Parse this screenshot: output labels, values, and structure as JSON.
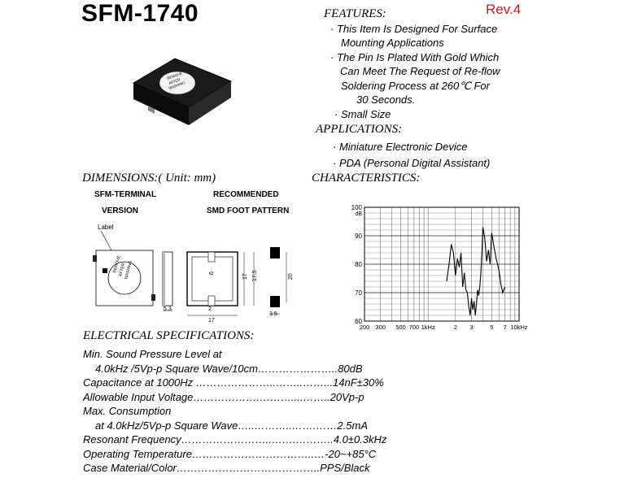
{
  "header": {
    "title": "SFM-1740",
    "revision": "Rev.4",
    "revision_color": "#c81e1e"
  },
  "features": {
    "heading": "FEATURES:",
    "lines": [
      "· This Item Is Designed For Surface",
      "Mounting Applications",
      "· The Pin Is Plated With Gold Which",
      "Can Meet The Request of Re-flow",
      "Soldering Process at 260℃ For",
      "30 Seconds.",
      "· Small Size"
    ]
  },
  "applications": {
    "heading": "APPLICATIONS:",
    "lines": [
      "· Miniature Electronic Device",
      "· PDA (Personal Digital Assistant)"
    ]
  },
  "product_image": {
    "label_text": [
      "REMOVE",
      "AFTER",
      "WASHING"
    ]
  },
  "dimensions": {
    "heading": "DIMENSIONS:( Unit: mm)",
    "terminal_label_1": "SFM-TERMINAL",
    "terminal_label_2": "VERSION",
    "pattern_label_1": "RECOMMENDED",
    "pattern_label_2": "SMD FOOT PATTERN",
    "label_callout": "Label",
    "sticker_text": [
      "REMOVE",
      "AFTER",
      "WASHING"
    ],
    "dims": {
      "d53": "5.3",
      "d17_bottom": "17",
      "d2": "2",
      "d6": "6",
      "d17_side": "17",
      "d175": "17.5",
      "d20": "20",
      "d35": "3.5"
    }
  },
  "characteristics": {
    "heading": "CHARACTERISTICS:"
  },
  "chart_data": {
    "type": "line",
    "title": "",
    "ylabel": "dB",
    "y_ticks": [
      "60",
      "70",
      "80",
      "90",
      "100"
    ],
    "ylim": [
      60,
      100
    ],
    "x_tick_labels": [
      "200",
      "300",
      "500",
      "700",
      "1kHz",
      "2",
      "3",
      "5",
      "7",
      "10kHz"
    ],
    "xlim_hz": [
      200,
      10000
    ],
    "x_scale": "log",
    "grid": true,
    "series": [
      {
        "x_hz": [
          1600,
          1700,
          1800,
          1900,
          2000,
          2100,
          2200,
          2300,
          2400,
          2500,
          2600,
          2700,
          2800,
          2900,
          3000,
          3100,
          3200,
          3300,
          3400,
          3500,
          3600,
          3700,
          3800,
          3900,
          4000,
          4200,
          4400,
          4600,
          4800,
          5000,
          5300,
          5600,
          6000,
          6300,
          6600,
          7000
        ],
        "y_db": [
          74,
          80,
          87,
          84,
          76,
          82,
          79,
          84,
          72,
          77,
          71,
          70,
          65,
          62,
          68,
          64,
          67,
          62,
          66,
          71,
          69,
          72,
          77,
          84,
          93,
          89,
          81,
          85,
          80,
          91,
          86,
          82,
          78,
          73,
          70,
          72
        ]
      }
    ]
  },
  "electrical": {
    "heading": "ELECTRICAL SPECIFICATIONS:",
    "lines": [
      "Min. Sound Pressure Level at",
      "4.0kHz /5Vp-p Square Wave/10cm…………………..80dB",
      "Capacitance at 1000Hz …………………..……..……...14nF±30%",
      "Allowable Input Voltage……………….………....……..20Vp-p",
      "Max. Consumption",
      "at 4.0kHz/5Vp-p Square Wave…..………..…….……2.5mA",
      "Resonant Frequency……………………..…….………..4.0±0.3kHz",
      "Operating Temperature……………………………..…-20~+85°C",
      "Case Material/Color…………………………………..PPS/Black"
    ]
  }
}
